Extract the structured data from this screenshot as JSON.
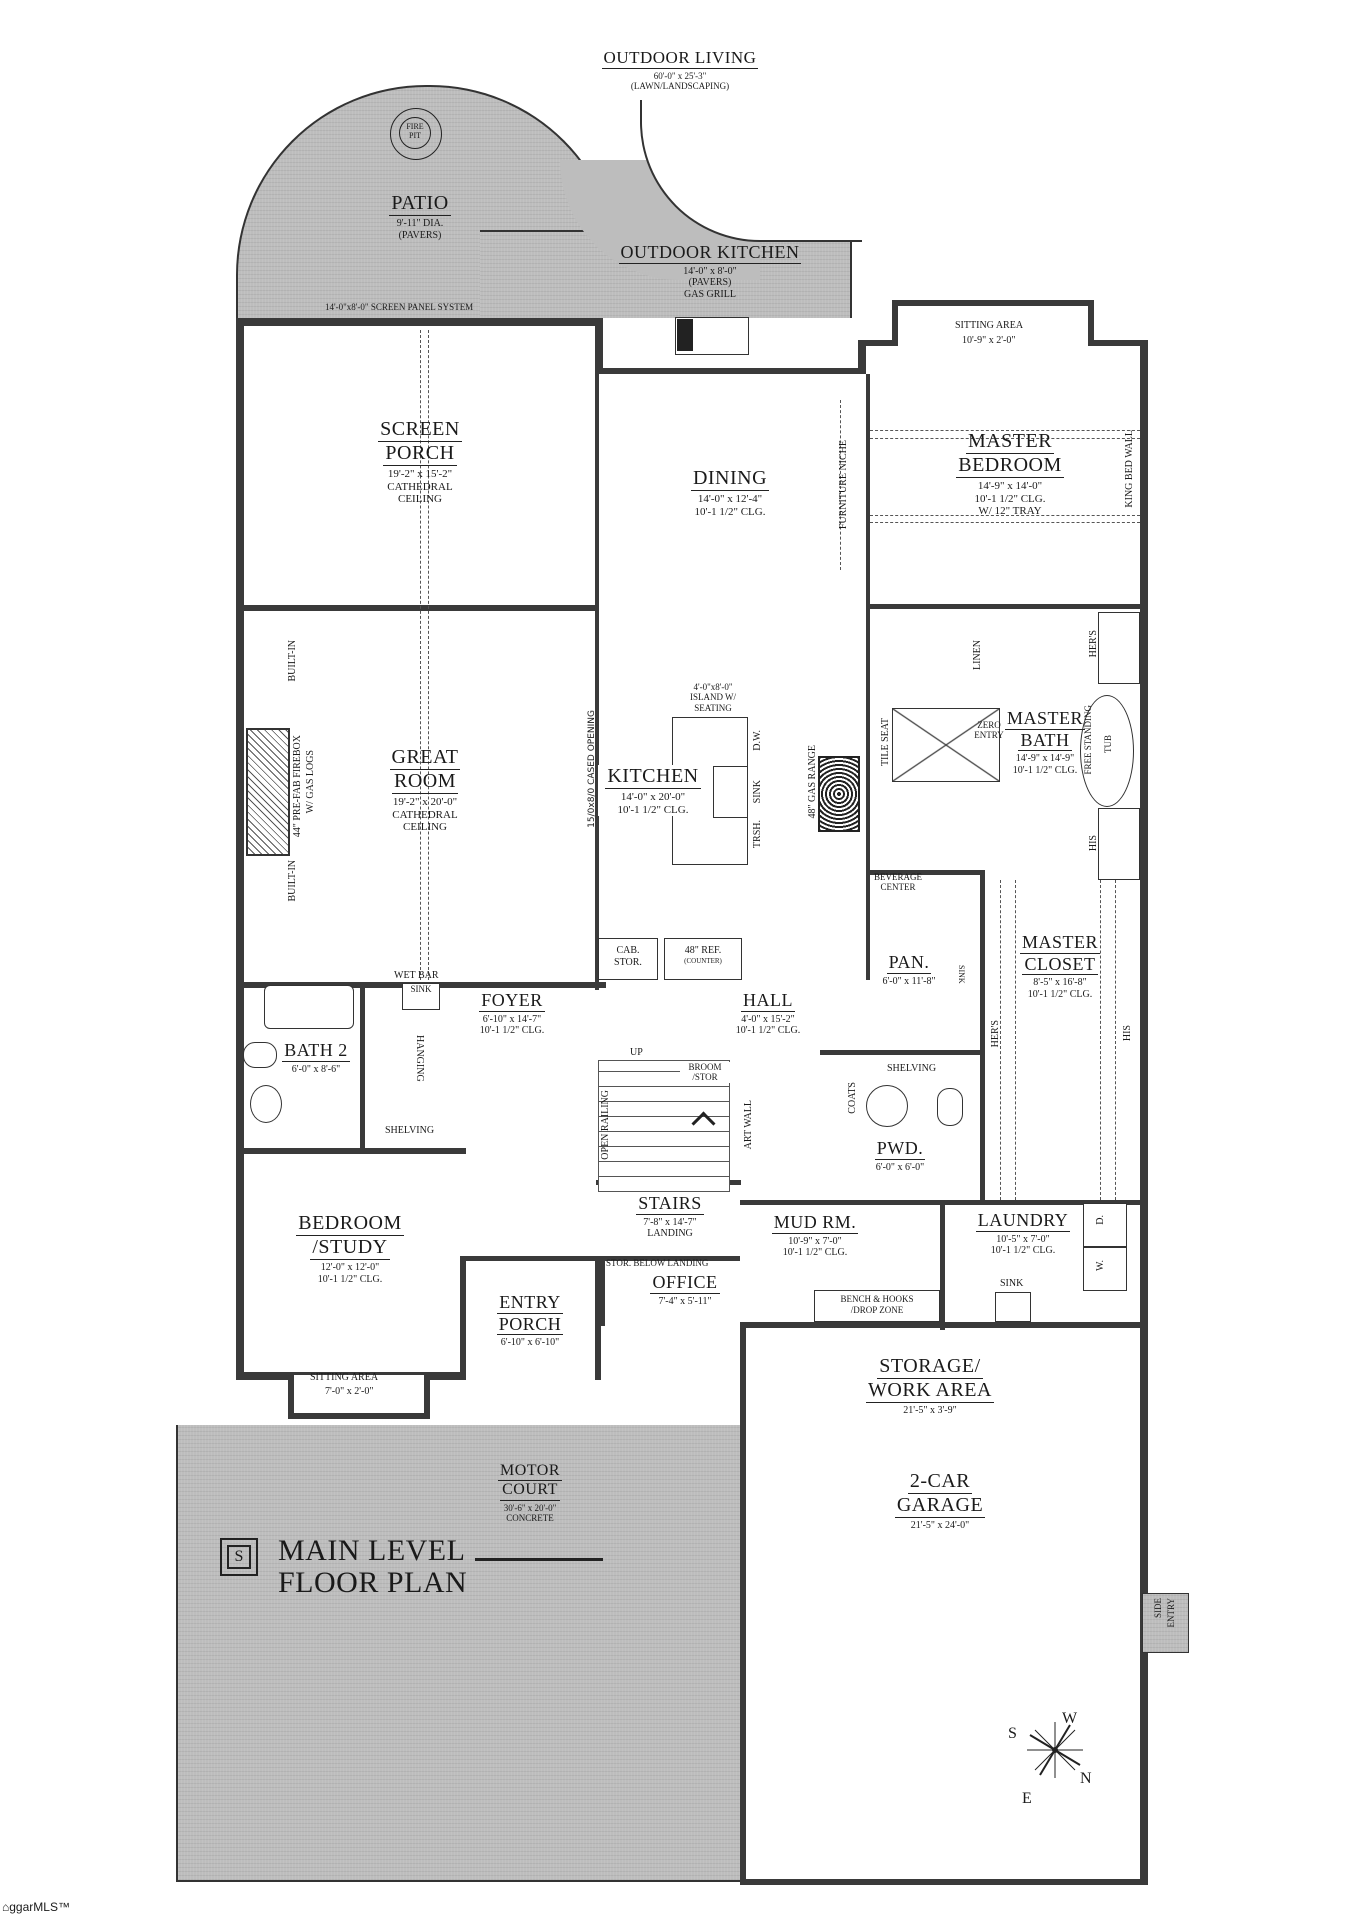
{
  "plan": {
    "title_line1": "MAIN LEVEL",
    "title_line2": "FLOOR PLAN",
    "logo_icon": "monogram-logo",
    "watermark": "ggarMLS™",
    "compass": {
      "S": "S",
      "W": "W",
      "N": "N",
      "E": "E"
    }
  },
  "outdoor": {
    "outdoor_living": {
      "name": "OUTDOOR LIVING",
      "dim": "60'-0\" x 25'-3\"",
      "sub": "(LAWN/LANDSCAPING)"
    },
    "patio": {
      "name": "PATIO",
      "dim": "9'-11\" DIA.",
      "sub": "(PAVERS)",
      "fire_pit_1": "FIRE",
      "fire_pit_2": "PIT"
    },
    "outdoor_kitchen": {
      "name": "OUTDOOR KITCHEN",
      "dim": "14'-0\" x 8'-0\"",
      "sub": "(PAVERS)",
      "grill": "GAS GRILL"
    },
    "screen_panel": "14'-0\"x8'-0\" SCREEN PANEL SYSTEM",
    "motor_court": {
      "name1": "MOTOR",
      "name2": "COURT",
      "dim": "30'-6\" x 20'-0\"",
      "sub": "CONCRETE"
    },
    "side_entry_1": "SIDE",
    "side_entry_2": "ENTRY"
  },
  "rooms": {
    "screen_porch": {
      "name1": "SCREEN",
      "name2": "PORCH",
      "dim": "19'-2\" x 15'-2\"",
      "sub1": "CATHEDRAL",
      "sub2": "CEILING"
    },
    "dining": {
      "name": "DINING",
      "dim": "14'-0\" x 12'-4\"",
      "sub": "10'-1 1/2\" CLG."
    },
    "furniture_niche": "FURNITURE NICHE",
    "master_bedroom": {
      "name1": "MASTER",
      "name2": "BEDROOM",
      "dim": "14'-9\" x 14'-0\"",
      "sub1": "10'-1 1/2\" CLG.",
      "sub2": "W/ 12\" TRAY",
      "sitting": "SITTING AREA",
      "sitting_dim": "10'-9\" x 2'-0\"",
      "king_wall": "KING BED WALL"
    },
    "great_room": {
      "name1": "GREAT",
      "name2": "ROOM",
      "dim": "19'-2\" x 20'-0\"",
      "sub1": "CATHEDRAL",
      "sub2": "CEILING",
      "built_in_top": "BUILT-IN",
      "built_in_bottom": "BUILT-IN",
      "firebox1": "44\" PRE-FAB FIREBOX",
      "firebox2": "W/ GAS LOGS",
      "wet_bar": "WET BAR",
      "sink": "SINK"
    },
    "kitchen": {
      "name": "KITCHEN",
      "dim": "14'-0\" x 20'-0\"",
      "sub": "10'-1 1/2\" CLG.",
      "island1": "4'-0\"x8'-0\"",
      "island2": "ISLAND W/",
      "island3": "SEATING",
      "dw": "D.W.",
      "sink": "SINK",
      "trsh": "TRSH.",
      "range": "48\" GAS RANGE",
      "cab1": "CAB.",
      "cab2": "STOR.",
      "ref1": "48\" REF.",
      "ref2": "(COUNTER)",
      "cased": "15/0x8/0 CASED OPENING"
    },
    "master_bath": {
      "name1": "MASTER",
      "name2": "BATH",
      "dim": "14'-9\" x 14'-9\"",
      "sub": "10'-1 1/2\" CLG.",
      "linen": "LINEN",
      "hers": "HER'S",
      "his": "HIS",
      "tile_seat": "TILE SEAT",
      "zero1": "ZERO",
      "zero2": "ENTRY",
      "tub1": "FREE STANDING",
      "tub2": "TUB"
    },
    "bath2": {
      "name": "BATH 2",
      "dim": "6'-0\" x 8'-6\"",
      "hanging": "HANGING",
      "shelving": "SHELVING"
    },
    "foyer": {
      "name": "FOYER",
      "dim": "6'-10\" x 14'-7\"",
      "sub": "10'-1 1/2\" CLG."
    },
    "hall": {
      "name": "HALL",
      "dim": "4'-0\" x 15'-2\"",
      "sub": "10'-1 1/2\" CLG.",
      "broom1": "BROOM",
      "broom2": "/STOR",
      "art_wall": "ART WALL",
      "coats": "COATS",
      "up": "UP",
      "open_railing": "OPEN RAILING"
    },
    "pantry": {
      "name": "PAN.",
      "dim": "6'-0\" x 11'-8\"",
      "bev1": "BEVERAGE",
      "bev2": "CENTER",
      "sink": "SINK",
      "shelving": "SHELVING"
    },
    "master_closet": {
      "name1": "MASTER",
      "name2": "CLOSET",
      "dim": "8'-5\" x 16'-8\"",
      "sub": "10'-1 1/2\" CLG.",
      "hers": "HER'S",
      "his": "HIS"
    },
    "powder": {
      "name": "PWD.",
      "dim": "6'-0\" x 6'-0\""
    },
    "stairs": {
      "name": "STAIRS",
      "dim": "7'-8\" x 14'-7\"",
      "sub": "LANDING"
    },
    "office": {
      "name": "OFFICE",
      "dim": "7'-4\" x 5'-11\"",
      "stor": "STOR. BELOW LANDING"
    },
    "mud_room": {
      "name": "MUD RM.",
      "dim": "10'-9\" x 7'-0\"",
      "sub": "10'-1 1/2\" CLG.",
      "bench1": "BENCH & HOOKS",
      "bench2": "/DROP ZONE"
    },
    "laundry": {
      "name": "LAUNDRY",
      "dim": "10'-5\" x 7'-0\"",
      "sub": "10'-1 1/2\" CLG.",
      "sink": "SINK",
      "d": "D.",
      "w": "W."
    },
    "bedroom_study": {
      "name1": "BEDROOM",
      "name2": "/STUDY",
      "dim": "12'-0\" x 12'-0\"",
      "sub": "10'-1 1/2\" CLG.",
      "sitting": "SITTING AREA",
      "sitting_dim": "7'-0\" x 2'-0\""
    },
    "entry_porch": {
      "name1": "ENTRY",
      "name2": "PORCH",
      "dim": "6'-10\" x 6'-10\""
    },
    "storage": {
      "name1": "STORAGE/",
      "name2": "WORK AREA",
      "dim": "21'-5\" x 3'-9\""
    },
    "garage": {
      "name1": "2-CAR",
      "name2": "GARAGE",
      "dim": "21'-5\" x 24'-0\""
    }
  }
}
